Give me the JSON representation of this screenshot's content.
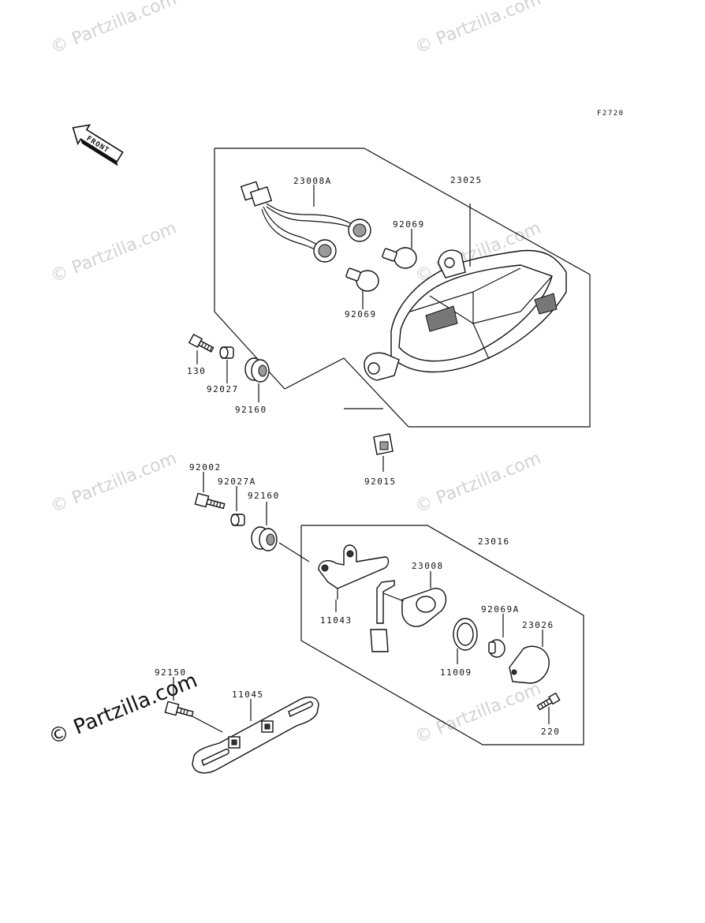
{
  "diagram_code": "F2720",
  "front_label": "FRONT",
  "watermark": "© Partzilla.com",
  "watermark_main": "© Partzilla.com",
  "parts": {
    "p23008A": "23008A",
    "p23025": "23025",
    "p92069_top": "92069",
    "p92069_bottom": "92069",
    "p130": "130",
    "p92027": "92027",
    "p92160_top": "92160",
    "p92015": "92015",
    "p92002": "92002",
    "p92027A": "92027A",
    "p92160_mid": "92160",
    "p23016": "23016",
    "p23008": "23008",
    "p92069A": "92069A",
    "p23026": "23026",
    "p11043": "11043",
    "p11009": "11009",
    "p220": "220",
    "p92150": "92150",
    "p11045": "11045"
  }
}
